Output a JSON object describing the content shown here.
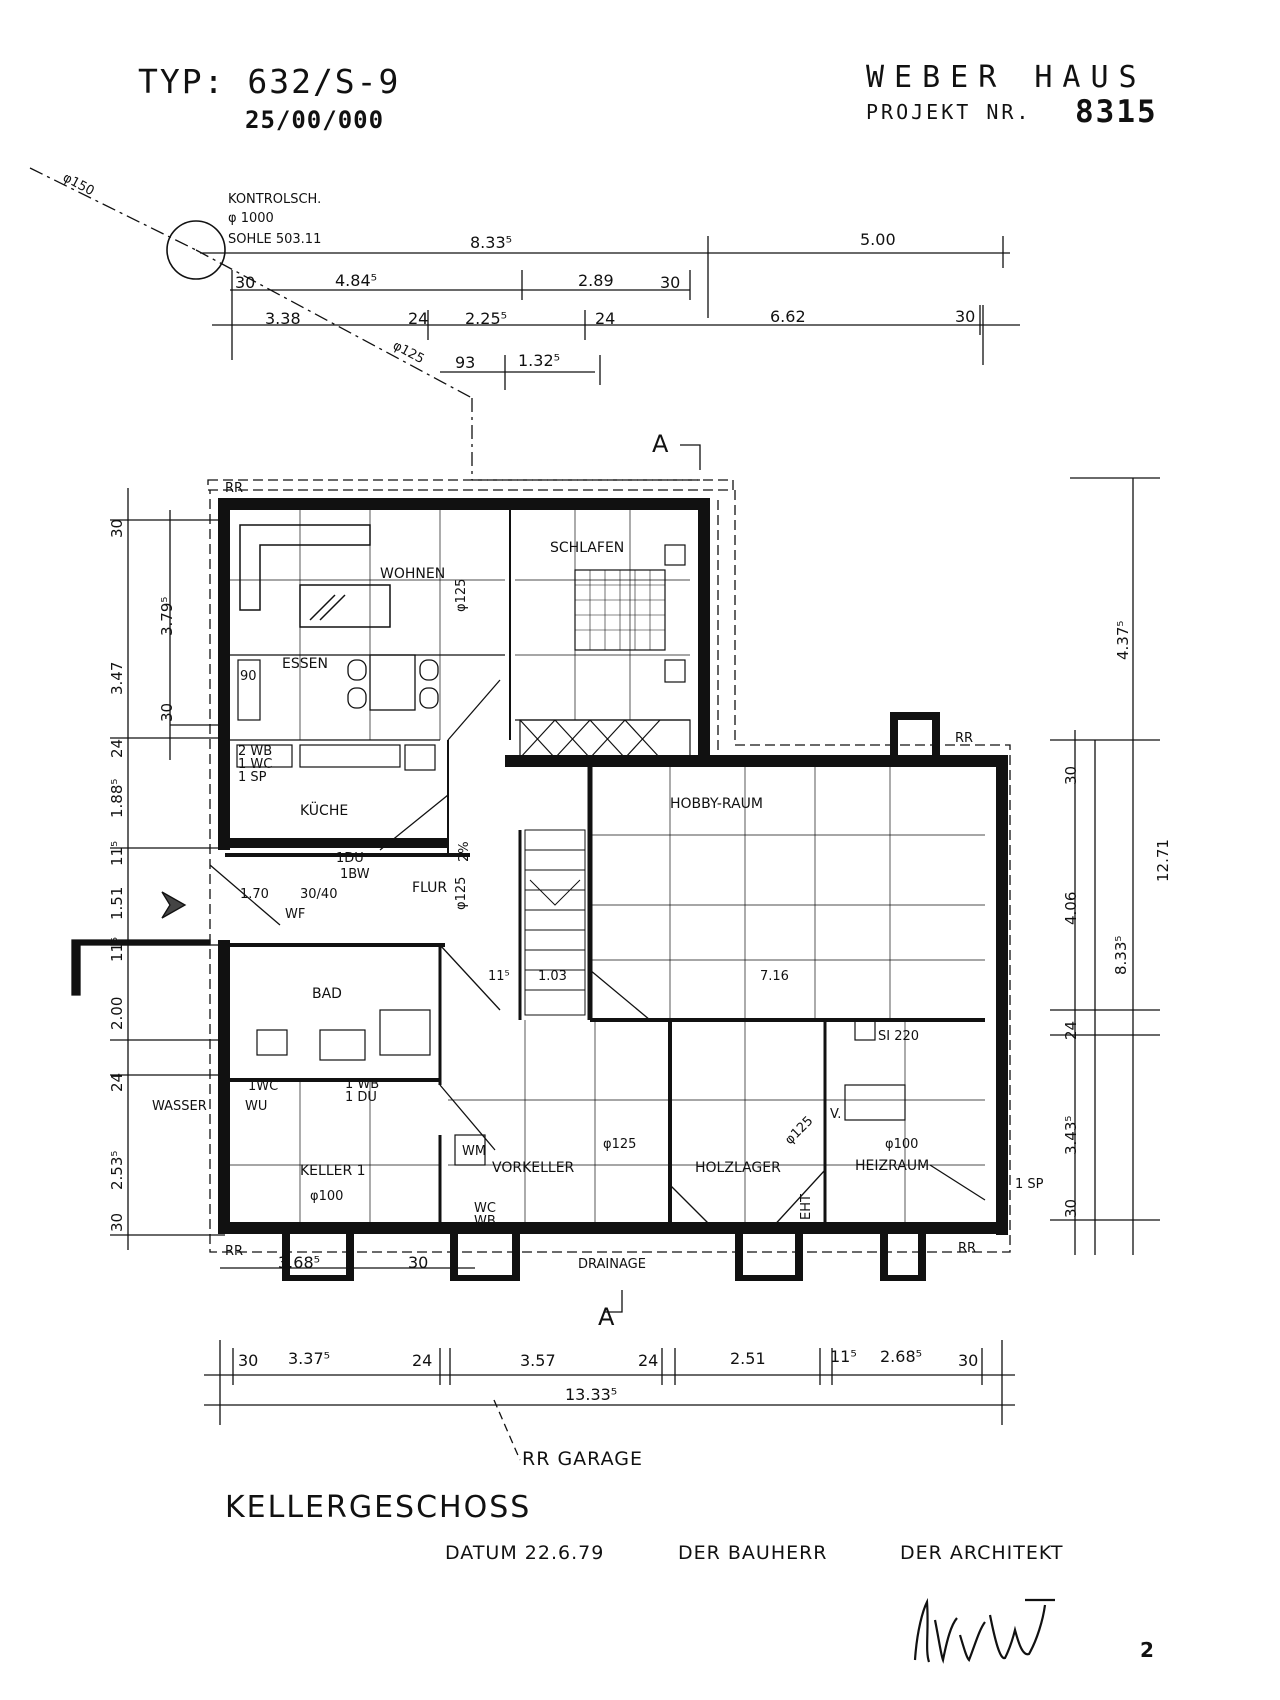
{
  "header": {
    "typ": "TYP: 632/S-9",
    "number": "25/00/000",
    "company": "WEBER HAUS",
    "projekt_label": "PROJEKT NR.",
    "projekt_nr": "8315"
  },
  "manhole": {
    "l1": "KONTROLSCH.",
    "l2": "φ 1000",
    "l3": "SOHLE 503.11",
    "pipe_in": "φ150",
    "pipe_out": "φ125"
  },
  "rooms": {
    "wohnen": "WOHNEN",
    "schlafen": "SCHLAFEN",
    "essen": "ESSEN",
    "kueche": "KÜCHE",
    "hobby": "HOBBY-RAUM",
    "flur": "FLUR",
    "bad": "BAD",
    "keller1": "KELLER 1",
    "vorkeller": "VORKELLER",
    "holzlager": "HOLZLAGER",
    "heizraum": "HEIZRAUM"
  },
  "notes": {
    "rr": "RR",
    "drainage": "DRAINAGE",
    "wasser": "WASSER",
    "wu": "WU",
    "wf": "WF",
    "du_bw": "1DU",
    "bw": "1BW",
    "wc1": "1WC",
    "wb_du_1": "1 WB",
    "wb_du_2": "1 DU",
    "wb2": "2 WB",
    "wc_k": "1 WC",
    "sp1": "1 SP",
    "sp_right": "1 SP",
    "si": "SI 220",
    "wm": "WM",
    "v": "V.",
    "pct": "2%",
    "p90": "90",
    "pipe125": "φ125",
    "pipe100": "φ100",
    "eht": "EHT",
    "wc_small": "WC",
    "wb_small": "WB",
    "section_a": "A",
    "rr_garage": "RR GARAGE"
  },
  "dims_top": {
    "d1": "8.33⁵",
    "d2": "5.00",
    "d3": "30",
    "d4": "4.84⁵",
    "d5": "2.89",
    "d6": "30",
    "d7": "3.38",
    "d8": "24",
    "d9": "2.25⁵",
    "d10": "24",
    "d11": "6.62",
    "d12": "30",
    "d13": "93",
    "d14": "1.32⁵"
  },
  "dims_bottom": {
    "b1": "30",
    "b2": "3.37⁵",
    "b3": "24",
    "b4": "3.57",
    "b5": "24",
    "b6": "2.51",
    "b7": "11⁵",
    "b8": "2.68⁵",
    "b9": "30",
    "total": "13.33⁵",
    "inner1": "3.68⁵",
    "inner2": "30"
  },
  "dims_left": {
    "l1": "30",
    "l2": "3.79⁵",
    "l3": "3.47",
    "l4": "30",
    "l5": "24",
    "l6": "1.88⁵",
    "l7": "11⁵",
    "l8": "1.51",
    "l9": "11⁵",
    "l10": "2.00",
    "l11": "24",
    "l12": "2.53⁵",
    "l13": "30",
    "flur1": "1.70",
    "flur2": "30/40"
  },
  "dims_right": {
    "r1": "4.37⁵",
    "r2": "12.71",
    "r3": "30",
    "r4": "4.06",
    "r5": "8.33⁵",
    "r6": "24",
    "r7": "3.43⁵",
    "r8": "30"
  },
  "dims_inner": {
    "hobby": "7.16",
    "stair": "1.03",
    "stair2": "11⁵"
  },
  "footer": {
    "title": "KELLERGESCHOSS",
    "datum": "DATUM 22.6.79",
    "bauherr": "DER BAUHERR",
    "architekt": "DER ARCHITEKT",
    "page": "2"
  }
}
